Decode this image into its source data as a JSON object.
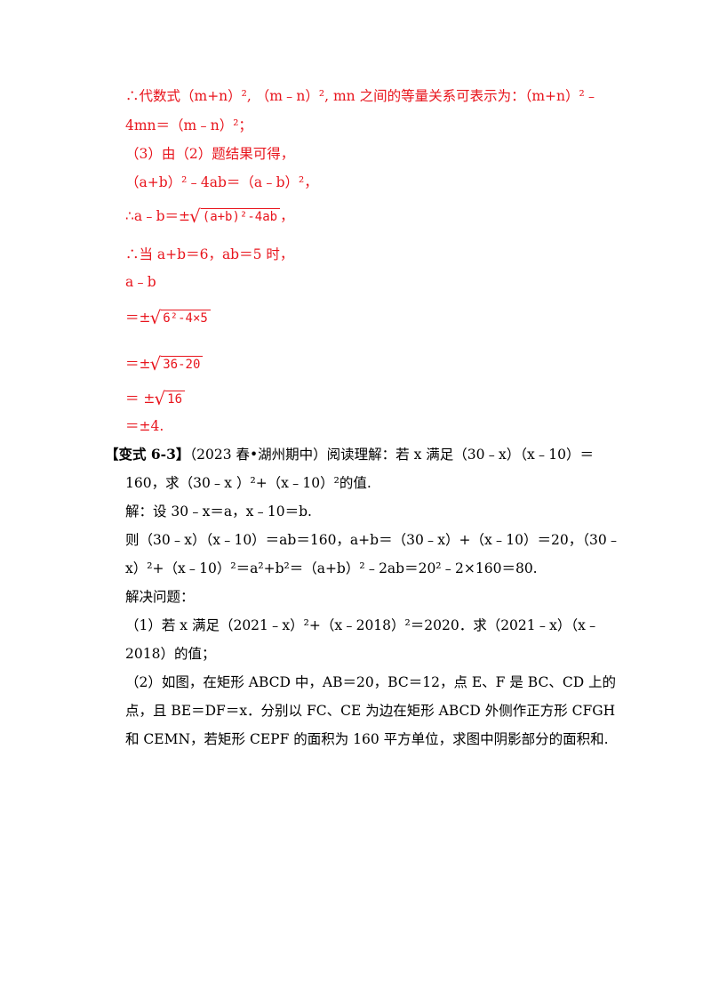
{
  "solution": {
    "l1": "∴代数式（m+n）², （m﹣n）², mn 之间的等量关系可表示为：（m+n）²﹣",
    "l2": "4mn＝（m﹣n）²；",
    "l3": "（3）由（2）题结果可得，",
    "l4": "（a+b）²﹣4ab＝（a﹣b）²，",
    "l5_prefix": "∴a﹣b＝±",
    "l5_radicand": "(a+b)²-4ab",
    "l5_suffix": "，",
    "l6": "∴当 a+b＝6，ab＝5 时，",
    "l7": "a﹣b",
    "l8_prefix": "＝±",
    "l8_radicand": "6²-4×5",
    "l9_prefix": "＝±",
    "l9_radicand": "36-20",
    "l10_prefix": "＝ ±",
    "l10_radicand": "16",
    "l11": "＝±4."
  },
  "problem": {
    "tag": "【变式 6-3】",
    "l1_rest": "（2023 春•湖州期中）阅读理解：若 x 满足（30﹣x）（x﹣10）＝",
    "l2": "160，求（30﹣x ）²+（x﹣10）²的值.",
    "l3": "解：设 30﹣x＝a，x﹣10＝b.",
    "l4": "则（30﹣x）（x﹣10）＝ab＝160，a+b＝（30﹣x）+（x﹣10）＝20，（30﹣",
    "l5": "x）²+（x﹣10）²＝a²+b²＝（a+b）²﹣2ab＝20²﹣2×160＝80.",
    "l6": "解决问题：",
    "l7": "（1）若 x 满足（2021﹣x）²+（x﹣2018）²＝2020．求（2021﹣x）（x﹣",
    "l8": "2018）的值；",
    "l9": "（2）如图，在矩形 ABCD 中，AB＝20，BC＝12，点 E、F 是 BC、CD 上的",
    "l10": "点，且 BE＝DF＝x．分别以 FC、CE 为边在矩形 ABCD 外侧作正方形 CFGH",
    "l11": "和 CEMN，若矩形 CEPF 的面积为 160 平方单位，求图中阴影部分的面积和."
  }
}
